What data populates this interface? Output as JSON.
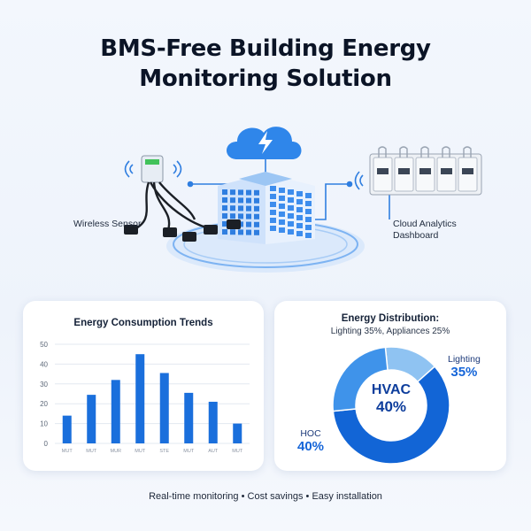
{
  "title": {
    "line1": "BMS-Free Building Energy",
    "line2": "Monitoring Solution"
  },
  "hero": {
    "wireless_sensor_label": "Wireless Sensor",
    "cloud_dashboard_label_line1": "Cloud Analytics",
    "cloud_dashboard_label_line2": "Dashboard",
    "icons": [
      "cloud-bolt-icon",
      "building-icon",
      "sensor-clamp-icon",
      "meter-rack-icon",
      "wifi-icon"
    ]
  },
  "trends": {
    "title": "Energy Consumption Trends"
  },
  "distribution": {
    "title": "Energy Distribution:",
    "subtitle": "Lighting 35%, Appliances 25%",
    "lighting_label": "Lighting",
    "lighting_pct": "35%",
    "hvac_label": "HVAC",
    "hvac_pct": "40%",
    "hoc_label": "HOC",
    "hoc_pct": "40%",
    "segments": [
      {
        "value": 15,
        "color": "#8fc3f2"
      },
      {
        "value": 60,
        "color": "#1265d6"
      },
      {
        "value": 25,
        "color": "#3f93ea"
      }
    ]
  },
  "footer": {
    "text": "Real-time monitoring • Cost savings • Easy installation"
  },
  "colors": {
    "bar": "#1a6fdc",
    "accent": "#1565d8",
    "cloud": "#2f86ea"
  },
  "chart_data": {
    "type": "bar",
    "categories": [
      "MUT",
      "MUT",
      "MUR",
      "MUT",
      "STE",
      "MUT",
      "AUT",
      "MUT"
    ],
    "values": [
      14,
      24.5,
      32,
      45,
      35.5,
      25.5,
      21,
      10
    ],
    "title": "Energy Consumption Trends",
    "xlabel": "",
    "ylabel": "",
    "ylim": [
      0,
      50
    ],
    "yticks": [
      0,
      10,
      20,
      30,
      40,
      50
    ],
    "grid": true
  }
}
